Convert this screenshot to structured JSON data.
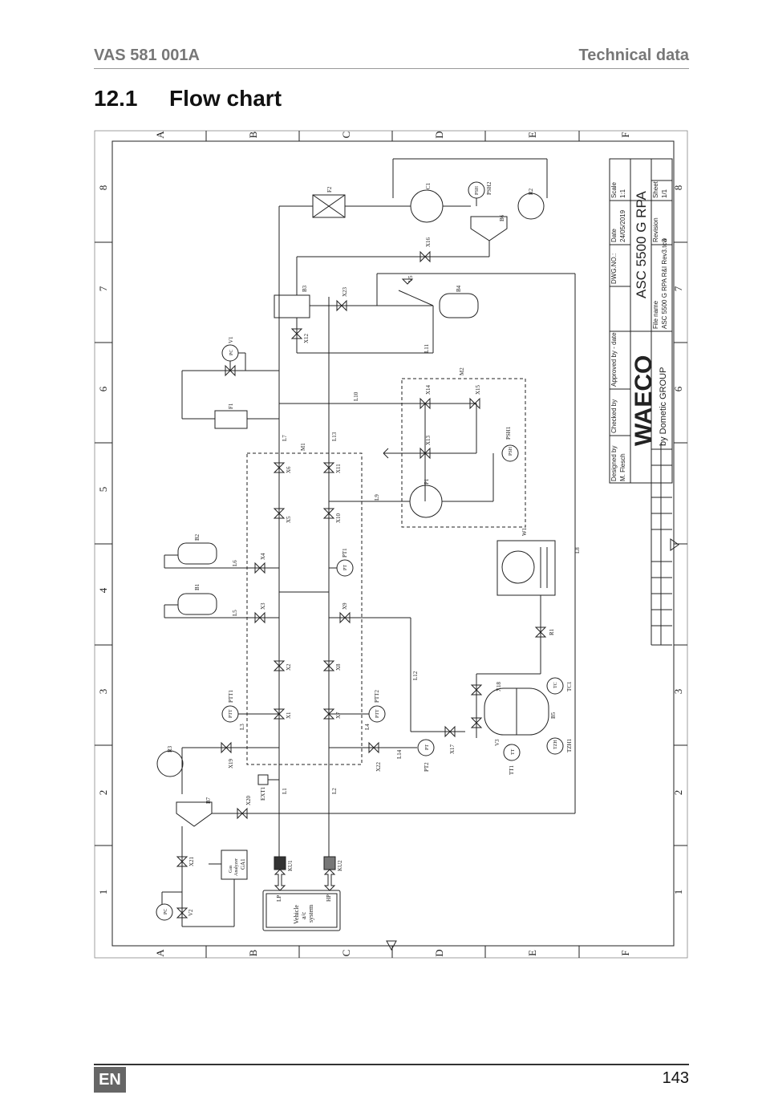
{
  "header": {
    "left": "VAS 581 001A",
    "right": "Technical data"
  },
  "section": {
    "number": "12.1",
    "title": "Flow chart"
  },
  "footer": {
    "lang": "EN",
    "page": "143"
  },
  "grid": {
    "letters": [
      "A",
      "B",
      "C",
      "D",
      "E",
      "F"
    ],
    "numbers": [
      "1",
      "2",
      "3",
      "4",
      "5",
      "6",
      "7",
      "8"
    ]
  },
  "title_block": {
    "designed_by_label": "Designed by",
    "designed_by_value": "M. Flesch",
    "checked_by_label": "Checked by",
    "approved_label": "Approved by - date",
    "dwg_label": "DWG.NO.:",
    "date_label": "Date",
    "date_value": "24/05/2019",
    "scale_label": "Scale",
    "scale_value": "1:1",
    "drawing_title": "ASC 5500 G RPA",
    "file_label": "File name",
    "file_value": "ASC 5500 G RPA R&I Rev3.tcw",
    "revision_label": "Revision",
    "revision_value": "3",
    "sheet_label": "Sheet",
    "sheet_value": "1/1",
    "brand": "WAECO",
    "brand_sub": "by Dometic GROUP"
  },
  "labels": {
    "F2": "F2",
    "C1": "C1",
    "PSH": "PSH",
    "PSH2": "PSH2",
    "R2": "R2",
    "B6": "B6",
    "X16": "X16",
    "B3": "B3",
    "X23": "X23",
    "V5": "V5",
    "B4": "B4",
    "X12": "X12",
    "L11": "L11",
    "PC": "PC",
    "V1": "V1",
    "F1": "F1",
    "L10": "L10",
    "M2": "M2",
    "X14": "X14",
    "X15": "X15",
    "L7": "L7",
    "L13": "L13",
    "M1": "M1",
    "X13": "X13",
    "PSH1": "PSH1",
    "X6": "X6",
    "X11": "X11",
    "P1": "P1",
    "L9": "L9",
    "X5": "X5",
    "X10": "X10",
    "B2": "B2",
    "L6": "L6",
    "X4": "X4",
    "PT": "PT",
    "PT1": "PT1",
    "W1": "W1",
    "L8": "L8",
    "B1": "B1",
    "L5": "L5",
    "X3": "X3",
    "X9": "X9",
    "R1": "R1",
    "X2": "X2",
    "X8": "X8",
    "L12": "L12",
    "PTT": "PTT",
    "PTT1": "PTT1",
    "PTT2": "PTT2",
    "X1": "X1",
    "X7": "X7",
    "L3": "L3",
    "L4": "L4",
    "X18": "X18",
    "TC": "TC",
    "TC1": "TC1",
    "B5": "B5",
    "X17": "X17",
    "V3": "V3",
    "R3": "R3",
    "X19": "X19",
    "X22": "X22",
    "L14": "L14",
    "PT2": "PT2",
    "TT": "TT",
    "TT1": "TT1",
    "TZH": "TZH",
    "TZH1": "TZH1",
    "EXT1": "EXT1",
    "L1": "L1",
    "L2": "L2",
    "B7": "B7",
    "X20": "X20",
    "X21": "X21",
    "GA1": "GA1",
    "gas": "Gas",
    "analyzer": "Analyzer",
    "KU1": "KU1",
    "KU2": "KU2",
    "LP": "LP",
    "HP": "HP",
    "vehicle": "Vehicle",
    "ac": "a/c",
    "system": "system",
    "V2": "V2"
  },
  "colors": {
    "line": "#222222",
    "frame": "#222222",
    "header_text": "#777777",
    "lang_bg": "#666666"
  }
}
